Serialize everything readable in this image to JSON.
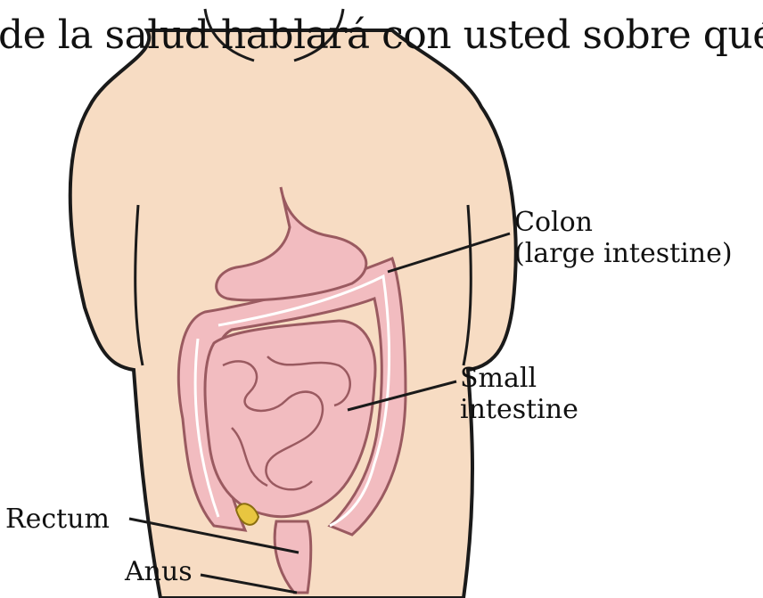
{
  "caption": {
    "text": "de la salud hablará con usted sobre qué"
  },
  "labels": {
    "colon_line1": "Colon",
    "colon_line2": "(large intestine)",
    "small_intestine_line1": "Small",
    "small_intestine_line2": "intestine",
    "rectum": "Rectum",
    "anus": "Anus"
  },
  "colors": {
    "skin": "#f7dcc3",
    "skin_outline": "#1a1a1a",
    "organ_fill": "#f2bcc0",
    "organ_outline": "#9a5a60",
    "highlight": "#fbe0e2",
    "yellow": "#e8c640"
  }
}
